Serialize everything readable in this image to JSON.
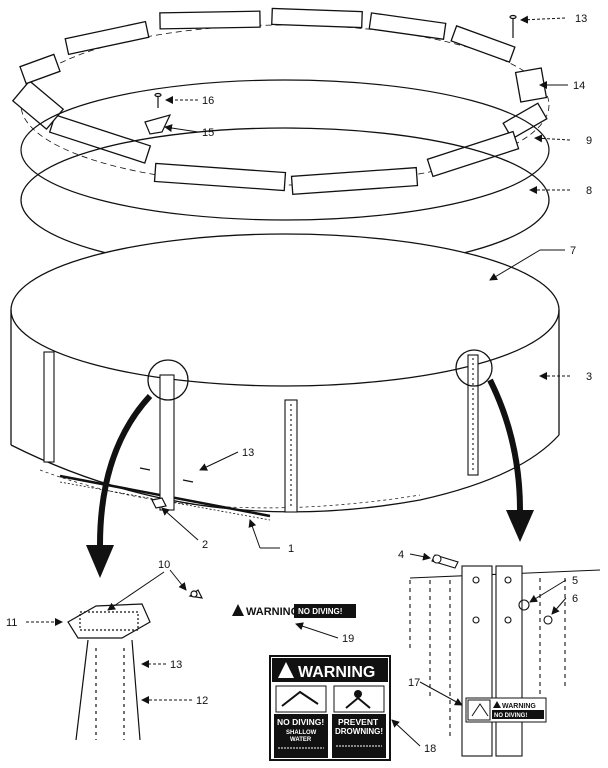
{
  "callouts": {
    "c1": "1",
    "c2": "2",
    "c3": "3",
    "c4": "4",
    "c5": "5",
    "c6": "6",
    "c7": "7",
    "c8": "8",
    "c9": "9",
    "c10": "10",
    "c11": "11",
    "c12": "12",
    "c13a": "13",
    "c13b": "13",
    "c13c": "13",
    "c14": "14",
    "c15": "15",
    "c16": "16",
    "c17": "17",
    "c18": "18",
    "c19": "19"
  },
  "sign_warning_small": {
    "word": "WARNING",
    "no_diving": "NO DIVING!"
  },
  "sign_warning_large": {
    "word": "WARNING",
    "left_title": "NO DIVING!",
    "left_sub1": "SHALLOW",
    "left_sub2": "WATER",
    "right_title1": "PREVENT",
    "right_title2": "DROWNING!"
  },
  "sign_warning_tiny": {
    "word": "WARNING",
    "no_diving": "NO DIVING!"
  }
}
